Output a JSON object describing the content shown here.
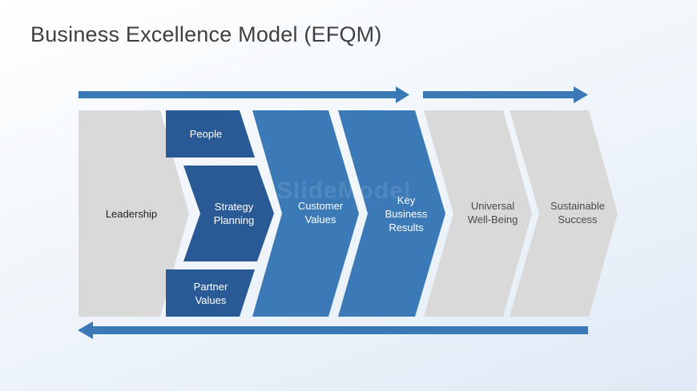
{
  "title": "Business Excellence Model (EFQM)",
  "watermark": "SlideModel",
  "colors": {
    "grey_shape": "#d9d9d9",
    "mid_blue": "#3b7ab7",
    "dark_blue": "#2a5a96",
    "arrow_blue": "#3a79b5"
  },
  "stages": {
    "leadership": "Leadership",
    "people": "People",
    "strategy_planning": "Strategy\nPlanning",
    "partner_values": "Partner\nValues",
    "customer_values": "Customer\nValues",
    "key_business_results": "Key\nBusiness\nResults",
    "universal_well_being": "Universal\nWell-Being",
    "sustainable_success": "Sustainable\nSuccess"
  }
}
